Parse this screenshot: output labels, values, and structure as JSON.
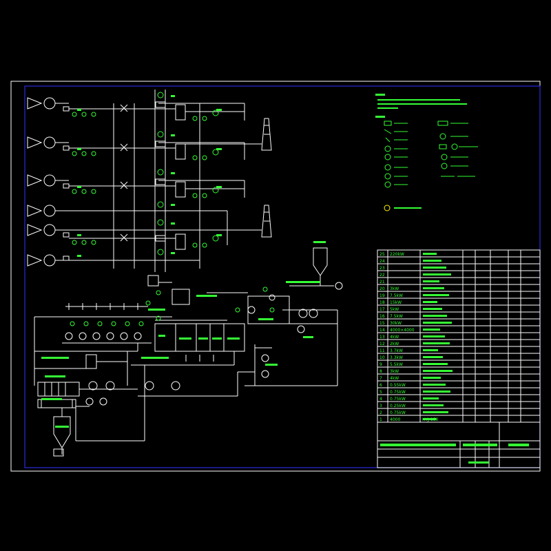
{
  "colors": {
    "background": "#000000",
    "line": "#ffffff",
    "label": "#35ff35",
    "inner_frame": "#2a2ae0",
    "title_table_header": "#ffff00"
  },
  "parts_table": {
    "rows": [
      {
        "no": "25",
        "spec": "220kW"
      },
      {
        "no": "24",
        "spec": ""
      },
      {
        "no": "23",
        "spec": ""
      },
      {
        "no": "22",
        "spec": ""
      },
      {
        "no": "21",
        "spec": ""
      },
      {
        "no": "20",
        "spec": "3kW"
      },
      {
        "no": "19",
        "spec": "7.5kW"
      },
      {
        "no": "18",
        "spec": "15kW"
      },
      {
        "no": "17",
        "spec": "5kW"
      },
      {
        "no": "16",
        "spec": "7.5kW"
      },
      {
        "no": "15",
        "spec": "30kW"
      },
      {
        "no": "14",
        "spec": "4000×4000"
      },
      {
        "no": "13",
        "spec": "4kW"
      },
      {
        "no": "12",
        "spec": "2kW"
      },
      {
        "no": "11",
        "spec": "3.7kW"
      },
      {
        "no": "10",
        "spec": "3.3kW"
      },
      {
        "no": "9",
        "spec": "5.5kW"
      },
      {
        "no": "8",
        "spec": "3kW"
      },
      {
        "no": "7",
        "spec": "4kW"
      },
      {
        "no": "6",
        "spec": "0.55kW"
      },
      {
        "no": "5",
        "spec": "0.75kW"
      },
      {
        "no": "4",
        "spec": "0.75kW"
      },
      {
        "no": "3",
        "spec": "0.25kW"
      },
      {
        "no": "2",
        "spec": "0.75kW"
      },
      {
        "no": "1",
        "spec": "4000"
      }
    ],
    "row1_name": "HYJ-150"
  }
}
